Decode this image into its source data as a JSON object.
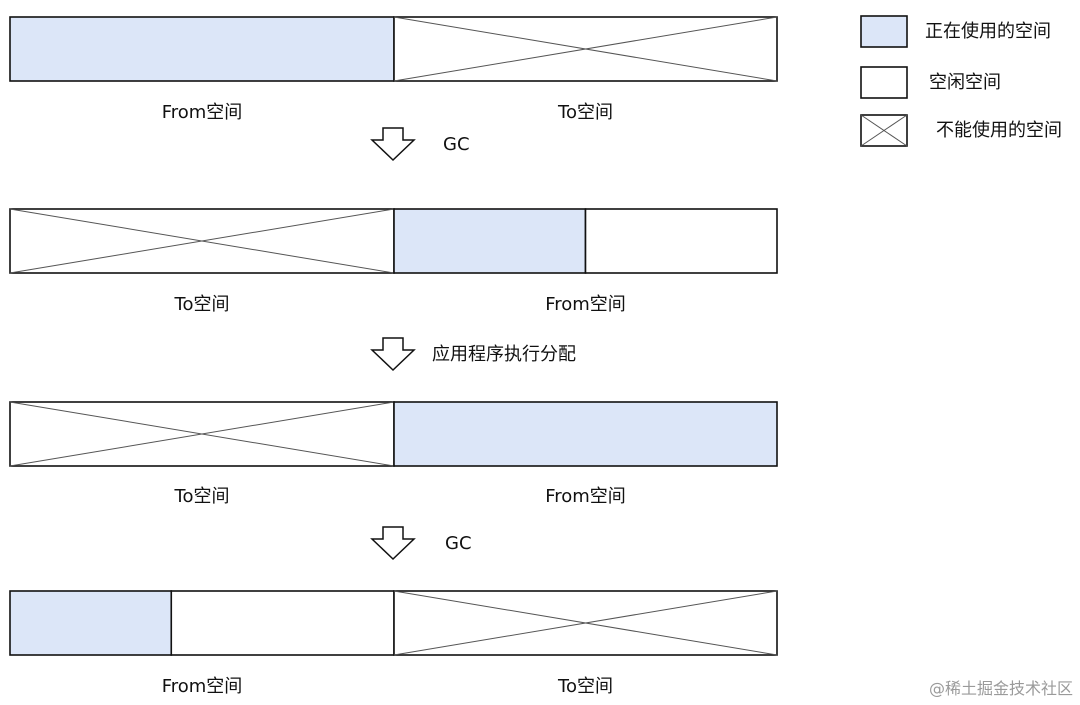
{
  "colors": {
    "used": "#dce6f8",
    "free": "#ffffff",
    "stroke": "#111111",
    "cross": "#555555",
    "watermark": "#9a9a9a"
  },
  "legend": [
    {
      "kind": "used",
      "label": "正在使用的空间"
    },
    {
      "kind": "free",
      "label": "空闲空间"
    },
    {
      "kind": "unusable",
      "label": "不能使用的空间"
    }
  ],
  "rows": [
    {
      "left_label": "From空间",
      "right_label": "To空间",
      "segments": [
        {
          "side": "left",
          "kind": "used",
          "fraction": 1.0
        },
        {
          "side": "right",
          "kind": "unusable",
          "fraction": 1.0
        }
      ]
    },
    {
      "left_label": "To空间",
      "right_label": "From空间",
      "segments": [
        {
          "side": "left",
          "kind": "unusable",
          "fraction": 1.0
        },
        {
          "side": "right",
          "kind": "used",
          "fraction": 0.5
        },
        {
          "side": "right",
          "kind": "free",
          "fraction": 0.5
        }
      ]
    },
    {
      "left_label": "To空间",
      "right_label": "From空间",
      "segments": [
        {
          "side": "left",
          "kind": "unusable",
          "fraction": 1.0
        },
        {
          "side": "right",
          "kind": "used",
          "fraction": 1.0
        }
      ]
    },
    {
      "left_label": "From空间",
      "right_label": "To空间",
      "segments": [
        {
          "side": "left",
          "kind": "used",
          "fraction": 0.42
        },
        {
          "side": "left",
          "kind": "free",
          "fraction": 0.58
        },
        {
          "side": "right",
          "kind": "unusable",
          "fraction": 1.0
        }
      ]
    }
  ],
  "steps": [
    {
      "label": "GC"
    },
    {
      "label": "应用程序执行分配"
    },
    {
      "label": "GC"
    }
  ],
  "watermark": "@稀土掘金技术社区"
}
